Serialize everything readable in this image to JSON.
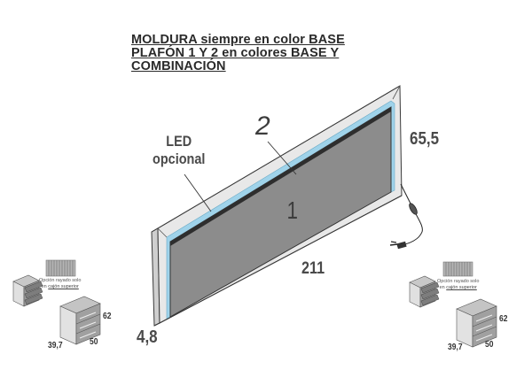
{
  "title": {
    "line1": "MOLDURA siempre en color BASE",
    "line2": "PLAFÓN 1 Y 2 en colores BASE Y",
    "line3": "COMBINACIÓN"
  },
  "headboard": {
    "led_label_line1": "LED",
    "led_label_line2": "opcional",
    "part_2_label": "2",
    "part_1_label": "1",
    "height_dim": "65,5",
    "width_dim": "211",
    "depth_dim": "4,8"
  },
  "nightstand_left": {
    "note_line1": "Opción rayado solo",
    "note_prefix": "en ",
    "note_underlined": "cajón superior",
    "height_dim": "62",
    "depth_dim": "39,7",
    "width_dim": "50"
  },
  "nightstand_right": {
    "note_line1": "Opción rayado solo",
    "note_prefix": "en ",
    "note_underlined": "cajón superior",
    "height_dim": "62",
    "depth_dim": "39,7",
    "width_dim": "50"
  },
  "colors": {
    "frame": "#e6e6e6",
    "panel": "#8a8a8a",
    "led": "#9fd3ea",
    "outline": "#3a3a3a"
  }
}
